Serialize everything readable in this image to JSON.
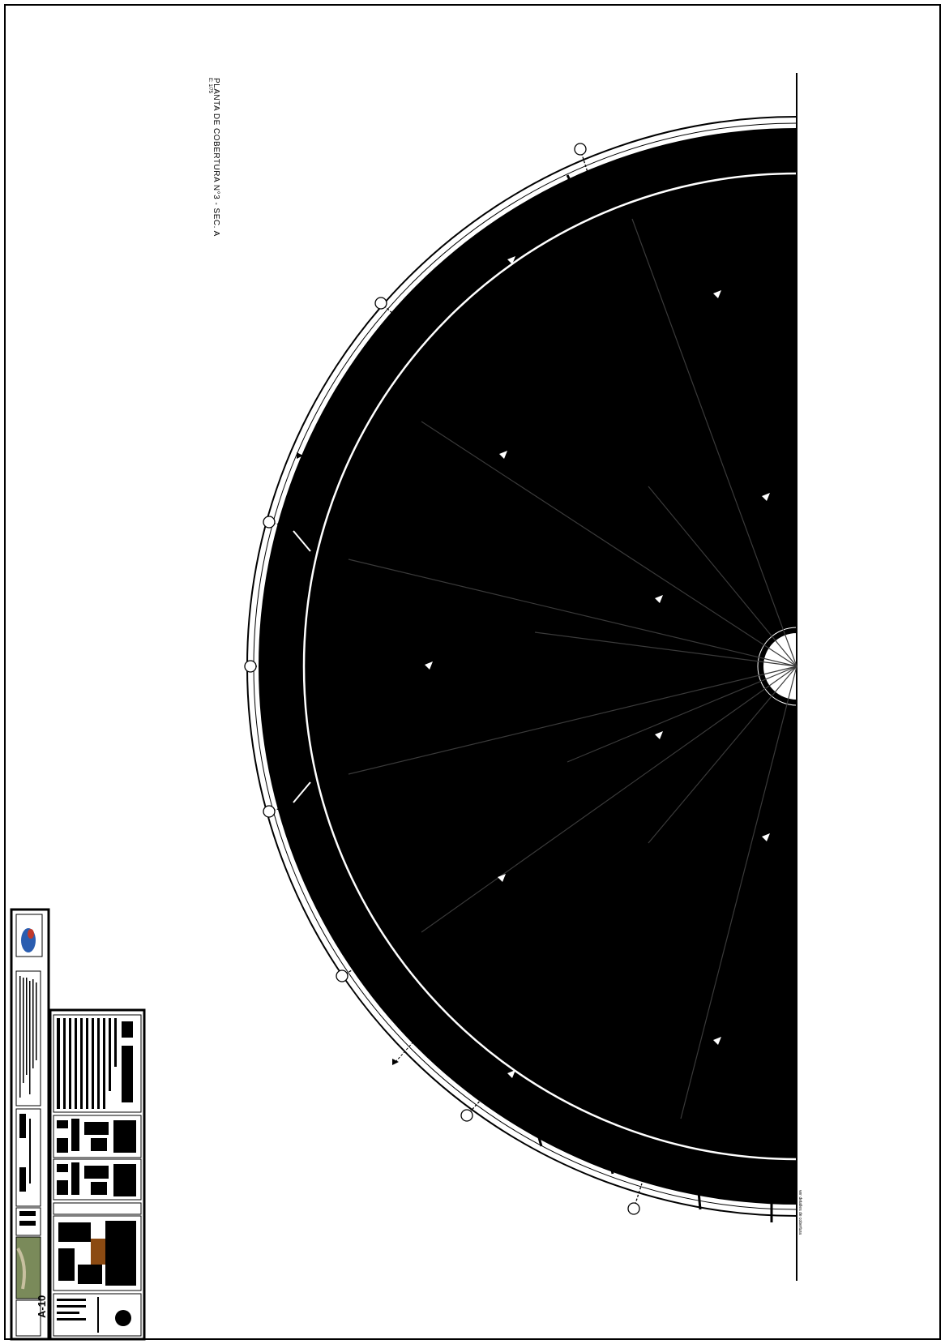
{
  "drawing": {
    "title": "PLANTA DE COBERTURA N°3 - SEC. A",
    "scale": "E: 1/75",
    "side_note": "ver detalles de cobertura"
  },
  "title_block": {
    "sheet_number": "A-10"
  },
  "colors": {
    "ink": "#000000",
    "paper": "#ffffff",
    "accent_brown": "#8b4a12",
    "logo_blue": "#2a5db0",
    "logo_red": "#c0392b",
    "thumb_green": "#7a8a5a"
  }
}
